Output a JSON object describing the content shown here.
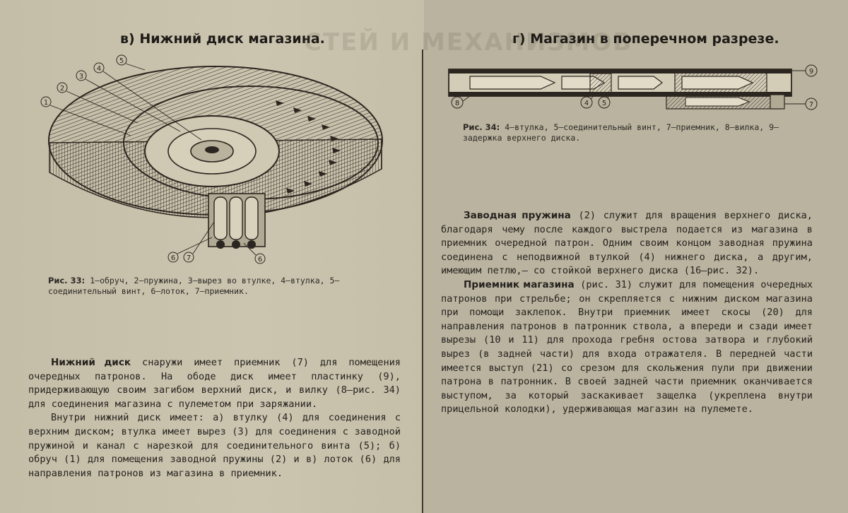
{
  "left_page": {
    "heading": "в) Нижний диск магазина.",
    "figure_labels": [
      "1",
      "2",
      "3",
      "4",
      "5",
      "6",
      "7",
      "6"
    ],
    "caption_label": "Рис. 33:",
    "caption_text": "1—обруч, 2—пружина, 3—вырез во втулке, 4—втулка, 5—соединительный винт, 6—лоток, 7—приемник.",
    "para1_lead": "Нижний диск",
    "para1_text": "снаружи имеет приемник (7) для помещения очередных патронов. На ободе диск имеет пластинку (9), придерживающую своим загибом верхний диск, и вилку (8—рис. 34) для соединения магазина с пулеметом при заряжании.",
    "para2_text": "Внутри нижний диск имеет: а) втулку (4) для соединения с верхним диском; втулка имеет вырез (3) для соединения с заводной пружиной и канал с нарезкой для соединительного винта (5); б) обруч (1) для помещения заводной пружины (2) и в) лоток (6) для направления патронов из магазина в приемник."
  },
  "right_page": {
    "heading": "г) Магазин в поперечном разрезе.",
    "figure_labels": [
      "8",
      "4",
      "5",
      "9",
      "7"
    ],
    "caption_label": "Рис. 34:",
    "caption_text": "4—втулка, 5—соединительный винт, 7—приемник, 8—вилка, 9—задержка верхнего диска.",
    "para1_lead": "Заводная пружина",
    "para1_text": "(2) служит для вращения верхнего диска, благодаря чему после каждого выстрела подается из магазина в приемник очередной патрон. Одним своим концом заводная пружина соединена с неподвижной втулкой (4) нижнего диска, а другим, имеющим петлю,— со стойкой верхнего диска (16—рис. 32).",
    "para2_lead": "Приемник магазина",
    "para2_text": "(рис. 31) служит для помещения очередных патронов при стрельбе; он скрепляется с нижним диском магазина при помощи заклепок. Внутри приемник имеет скосы (20) для направления патронов в патронник ствола, а впереди и сзади имеет вырезы (10 и 11) для прохода гребня остова затвора и глубокий вырез (в задней части) для входа отражателя. В передней части имеется выступ (21) со срезом для скольжения пули при движении патрона в патронник. В своей задней части приемник оканчивается выступом, за который заскакивает защелка (укреплена внутри прицельной колодки), удерживающая магазин на пулемете."
  },
  "colors": {
    "paper": "#c9c3ae",
    "ink": "#2a2622"
  }
}
